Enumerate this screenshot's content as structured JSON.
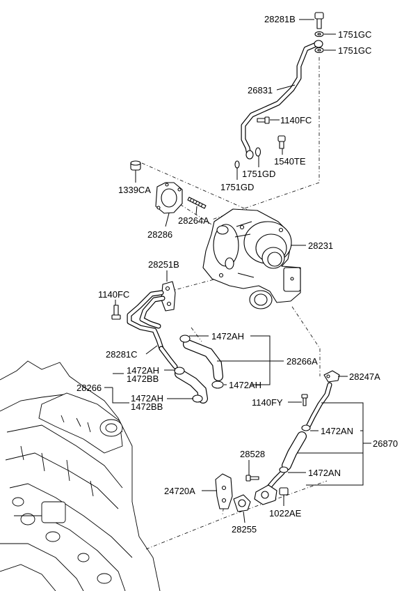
{
  "labels": {
    "p28281B": "28281B",
    "p1751GC_a": "1751GC",
    "p1751GC_b": "1751GC",
    "p26831": "26831",
    "p1140FC_a": "1140FC",
    "p1540TE": "1540TE",
    "p1751GD_a": "1751GD",
    "p1751GD_b": "1751GD",
    "p1339CA": "1339CA",
    "p28286": "28286",
    "p28264A": "28264A",
    "p28231": "28231",
    "p28251B": "28251B",
    "p1140FC_b": "1140FC",
    "p1472AH_a": "1472AH",
    "p28281C": "28281C",
    "p28266A": "28266A",
    "p1472AH_b": "1472AH",
    "p1472BB_a": "1472BB",
    "p28266": "28266",
    "p1472AH_c": "1472AH",
    "p1472AH_d": "1472AH",
    "p1472BB_b": "1472BB",
    "p28247A": "28247A",
    "p1140FY": "1140FY",
    "p1472AN_a": "1472AN",
    "p26870": "26870",
    "p28528": "28528",
    "p1472AN_b": "1472AN",
    "p24720A": "24720A",
    "p1022AE": "1022AE",
    "p28255": "28255"
  }
}
